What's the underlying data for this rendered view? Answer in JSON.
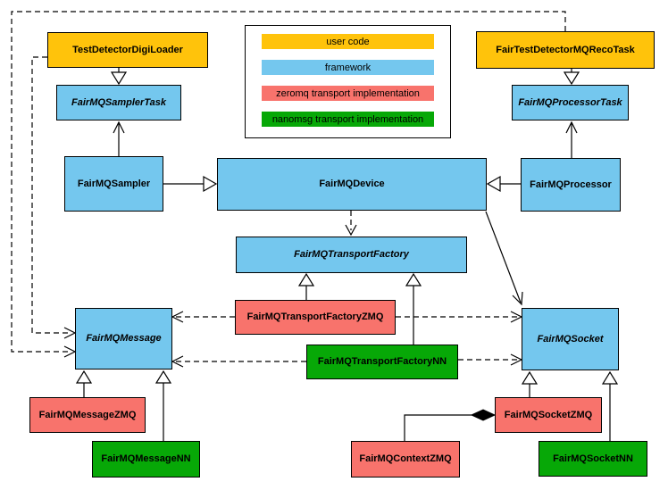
{
  "diagram": {
    "type": "uml-class-diagram",
    "subject": "FairMQ framework class structure",
    "colors": {
      "user": "#FFC30B",
      "framework": "#74C7EE",
      "zeromq": "#F8736C",
      "nanomsg": "#07A807"
    },
    "legend": {
      "items": [
        {
          "label": "user code",
          "category": "user"
        },
        {
          "label": "framework",
          "category": "framework"
        },
        {
          "label": "zeromq transport implementation",
          "category": "zeromq"
        },
        {
          "label": "nanomsg transport implementation",
          "category": "nanomsg"
        }
      ]
    },
    "nodes": [
      {
        "label": "TestDetectorDigiLoader",
        "category": "user",
        "abstract": false
      },
      {
        "label": "FairTestDetectorMQRecoTask",
        "category": "user",
        "abstract": false
      },
      {
        "label": "FairMQSamplerTask",
        "category": "framework",
        "abstract": true
      },
      {
        "label": "FairMQProcessorTask",
        "category": "framework",
        "abstract": true
      },
      {
        "label": "FairMQSampler",
        "category": "framework",
        "abstract": false
      },
      {
        "label": "FairMQDevice",
        "category": "framework",
        "abstract": false
      },
      {
        "label": "FairMQProcessor",
        "category": "framework",
        "abstract": false
      },
      {
        "label": "FairMQTransportFactory",
        "category": "framework",
        "abstract": true
      },
      {
        "label": "FairMQTransportFactoryZMQ",
        "category": "zeromq",
        "abstract": false
      },
      {
        "label": "FairMQTransportFactoryNN",
        "category": "nanomsg",
        "abstract": false
      },
      {
        "label": "FairMQMessage",
        "category": "framework",
        "abstract": true
      },
      {
        "label": "FairMQSocket",
        "category": "framework",
        "abstract": true
      },
      {
        "label": "FairMQMessageZMQ",
        "category": "zeromq",
        "abstract": false
      },
      {
        "label": "FairMQMessageNN",
        "category": "nanomsg",
        "abstract": false
      },
      {
        "label": "FairMQSocketZMQ",
        "category": "zeromq",
        "abstract": false
      },
      {
        "label": "FairMQSocketNN",
        "category": "nanomsg",
        "abstract": false
      },
      {
        "label": "FairMQContextZMQ",
        "category": "zeromq",
        "abstract": false
      }
    ],
    "relations": [
      {
        "from": "TestDetectorDigiLoader",
        "to": "FairMQSamplerTask",
        "kind": "inheritance"
      },
      {
        "from": "FairTestDetectorMQRecoTask",
        "to": "FairMQProcessorTask",
        "kind": "inheritance"
      },
      {
        "from": "FairMQSampler",
        "to": "FairMQSamplerTask",
        "kind": "association"
      },
      {
        "from": "FairMQProcessor",
        "to": "FairMQProcessorTask",
        "kind": "association"
      },
      {
        "from": "FairMQSampler",
        "to": "FairMQDevice",
        "kind": "inheritance"
      },
      {
        "from": "FairMQProcessor",
        "to": "FairMQDevice",
        "kind": "inheritance"
      },
      {
        "from": "FairMQDevice",
        "to": "FairMQTransportFactory",
        "kind": "dependency"
      },
      {
        "from": "FairMQDevice",
        "to": "FairMQSocket",
        "kind": "association"
      },
      {
        "from": "FairMQTransportFactoryZMQ",
        "to": "FairMQTransportFactory",
        "kind": "inheritance"
      },
      {
        "from": "FairMQTransportFactoryNN",
        "to": "FairMQTransportFactory",
        "kind": "inheritance"
      },
      {
        "from": "FairMQTransportFactoryZMQ",
        "to": "FairMQMessage",
        "kind": "dependency"
      },
      {
        "from": "FairMQTransportFactoryZMQ",
        "to": "FairMQSocket",
        "kind": "dependency"
      },
      {
        "from": "FairMQTransportFactoryNN",
        "to": "FairMQMessage",
        "kind": "dependency"
      },
      {
        "from": "FairMQTransportFactoryNN",
        "to": "FairMQSocket",
        "kind": "dependency"
      },
      {
        "from": "FairMQMessageZMQ",
        "to": "FairMQMessage",
        "kind": "inheritance"
      },
      {
        "from": "FairMQMessageNN",
        "to": "FairMQMessage",
        "kind": "inheritance"
      },
      {
        "from": "FairMQSocketZMQ",
        "to": "FairMQSocket",
        "kind": "inheritance"
      },
      {
        "from": "FairMQSocketNN",
        "to": "FairMQSocket",
        "kind": "inheritance"
      },
      {
        "from": "TestDetectorDigiLoader",
        "to": "FairMQMessage",
        "kind": "dependency"
      },
      {
        "from": "FairTestDetectorMQRecoTask",
        "to": "FairMQMessage",
        "kind": "dependency"
      },
      {
        "from": "FairMQSocketZMQ",
        "to": "FairMQContextZMQ",
        "kind": "composition"
      }
    ]
  }
}
